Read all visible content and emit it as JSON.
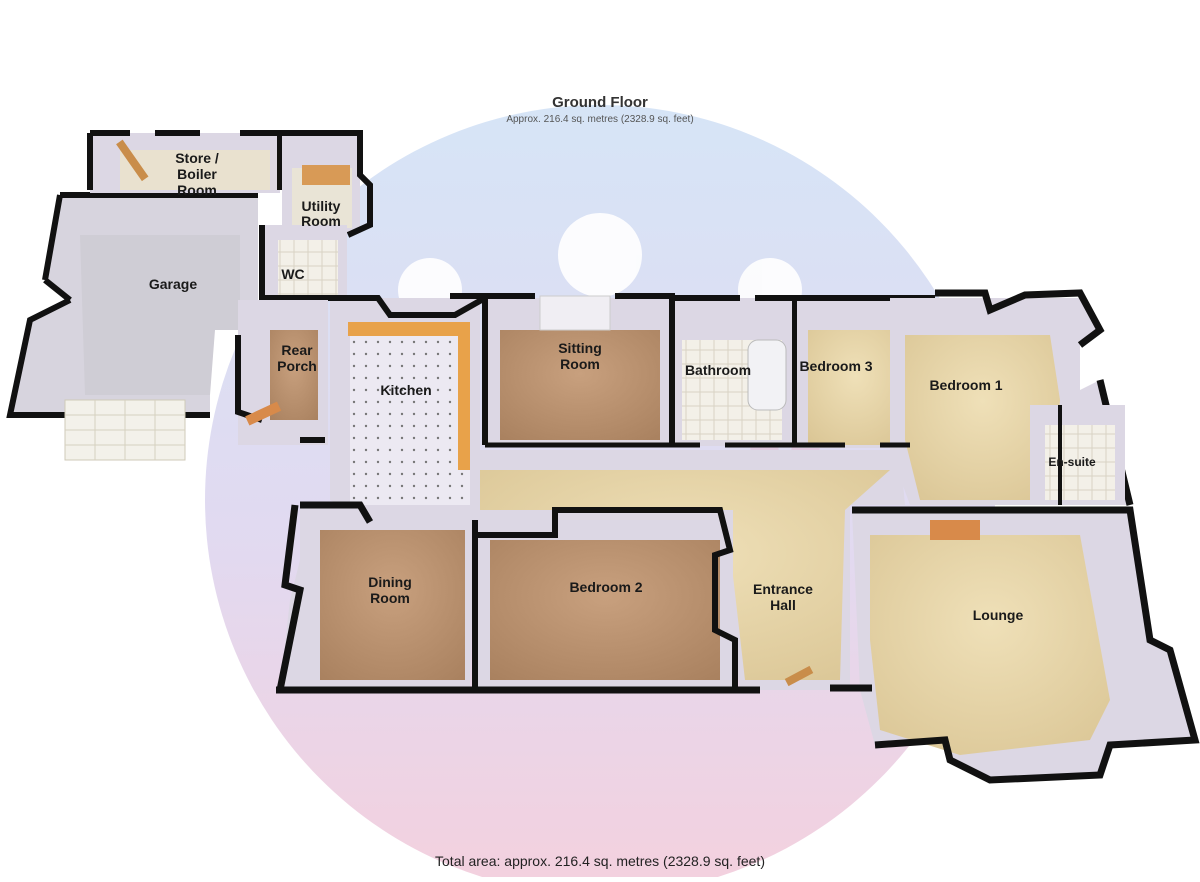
{
  "floor": {
    "title": "Ground Floor",
    "area": "Approx. 216.4 sq. metres (2328.9 sq. feet)"
  },
  "total_area": "Total area: approx. 216.4 sq. metres (2328.9 sq. feet)",
  "rooms": {
    "store": [
      "Store /",
      "Boiler",
      "Room"
    ],
    "utility": [
      "Utility",
      "Room"
    ],
    "wc": [
      "WC"
    ],
    "garage": [
      "Garage"
    ],
    "rear_porch": [
      "Rear",
      "Porch"
    ],
    "kitchen": [
      "Kitchen"
    ],
    "sitting": [
      "Sitting",
      "Room"
    ],
    "bathroom": [
      "Bathroom"
    ],
    "bedroom3": [
      "Bedroom 3"
    ],
    "bedroom1": [
      "Bedroom 1"
    ],
    "ensuite": [
      "En-suite"
    ],
    "dining": [
      "Dining",
      "Room"
    ],
    "bedroom2": [
      "Bedroom 2"
    ],
    "hall": [
      "Entrance",
      "Hall"
    ],
    "lounge": [
      "Lounge"
    ]
  },
  "colors": {
    "watermark_blue": "#c9d8f2",
    "watermark_pink": "#f3c9d8",
    "wall": "#111111",
    "wall_face": "#d9d3e6",
    "floor_carpet_beige": "#e6d2a6",
    "floor_wood_brown": "#c9a27c",
    "floor_light": "#ece6d8",
    "floor_grey": "#cfcfd4",
    "worktop": "#e8a24a"
  }
}
